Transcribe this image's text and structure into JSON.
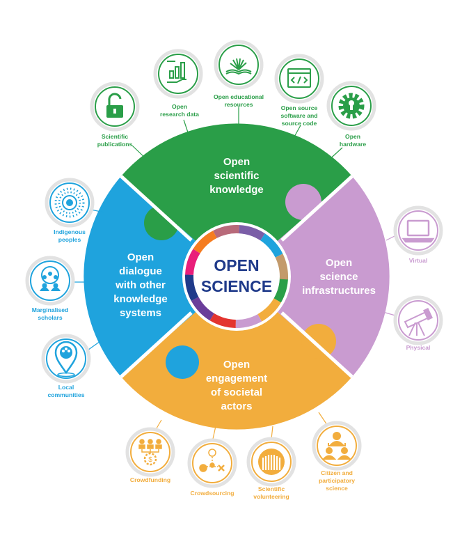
{
  "center": {
    "line1": "OPEN",
    "line2": "SCIENCE"
  },
  "colors": {
    "green": "#2a9e48",
    "blue": "#1fa3dd",
    "purple": "#c99bd0",
    "orange": "#f2ad3d",
    "navy": "#1f3a8a"
  },
  "segments": {
    "knowledge": [
      "Open",
      "scientific",
      "knowledge"
    ],
    "dialogue": [
      "Open",
      "dialogue",
      "with other",
      "knowledge",
      "systems"
    ],
    "infrastructures": [
      "Open",
      "science",
      "infrastructures"
    ],
    "engagement": [
      "Open",
      "engagement",
      "of societal",
      "actors"
    ]
  },
  "items": {
    "scientific_publications": [
      "Scientific",
      "publications"
    ],
    "open_research_data": [
      "Open",
      "research data"
    ],
    "open_educational_resources": [
      "Open educational",
      "resources"
    ],
    "open_source": [
      "Open source",
      "software and",
      "source code"
    ],
    "open_hardware": [
      "Open",
      "hardware"
    ],
    "indigenous_peoples": [
      "Indigenous",
      "peoples"
    ],
    "marginalised_scholars": [
      "Marginalised",
      "scholars"
    ],
    "local_communities": [
      "Local",
      "communities"
    ],
    "virtual": [
      "Virtual"
    ],
    "physical": [
      "Physical"
    ],
    "crowdfunding": [
      "Crowdfunding"
    ],
    "crowdsourcing": [
      "Crowdsourcing"
    ],
    "scientific_volunteering": [
      "Scientific",
      "volunteering"
    ],
    "citizen_science": [
      "Citizen and",
      "participatory",
      "science"
    ]
  },
  "icons": {
    "scientific_publications": "open-lock-icon",
    "open_research_data": "bar-chart-hand-icon",
    "open_educational_resources": "open-book-icon",
    "open_source": "code-window-icon",
    "open_hardware": "gear-icon",
    "indigenous_peoples": "concentric-dots-icon",
    "marginalised_scholars": "group-people-icon",
    "local_communities": "location-pin-icon",
    "virtual": "laptop-icon",
    "physical": "telescope-icon",
    "crowdfunding": "money-network-icon",
    "crowdsourcing": "idea-network-icon",
    "scientific_volunteering": "raised-hands-icon",
    "citizen_science": "people-hierarchy-icon"
  }
}
